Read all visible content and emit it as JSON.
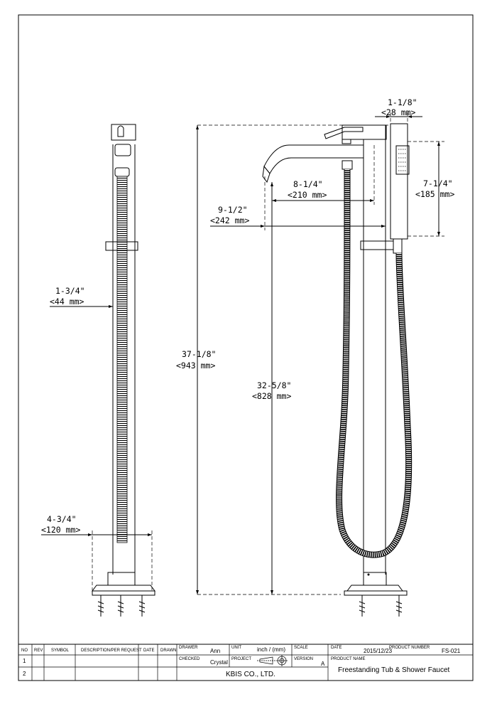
{
  "dimensions": {
    "left_pipe_width": {
      "imperial": "1-3/4\"",
      "metric": "<44 mm>"
    },
    "left_base_width": {
      "imperial": "4-3/4\"",
      "metric": "<120 mm>"
    },
    "total_height": {
      "imperial": "37-1/8\"",
      "metric": "<943 mm>"
    },
    "spout_height": {
      "imperial": "32-5/8\"",
      "metric": "<828 mm>"
    },
    "spout_reach_outer": {
      "imperial": "9-1/2\"",
      "metric": "<242 mm>"
    },
    "spout_reach_inner": {
      "imperial": "8-1/4\"",
      "metric": "<210 mm>"
    },
    "handshower_width": {
      "imperial": "1-1/8\"",
      "metric": "<28 mm>"
    },
    "handshower_length": {
      "imperial": "7-1/4\"",
      "metric": "<185 mm>"
    }
  },
  "title_block": {
    "headers": {
      "no": "NO",
      "rev": "REV",
      "symbol": "SYMBOL",
      "description": "DESCRIPTION/PER REQUEST",
      "date": "DATE",
      "drawn": "DRAWN",
      "drawer": "DRAWER",
      "checked": "CHECKED",
      "unit": "UNIT",
      "project": "PROJECT",
      "scale": "SCALE",
      "version": "VERSION",
      "date2": "DATE",
      "product_number": "PRODUCT NUMBER",
      "product_name": "PRODUCT NAME"
    },
    "rows": [
      "1",
      "2"
    ],
    "drawer_value": "Ann",
    "checked_value": "Crystal",
    "unit_value": "inch / (mm)",
    "version_value": "A",
    "date_value": "2015/12/23",
    "product_number_value": "FS-021",
    "company": "KBIS CO., LTD.",
    "product_name_value": "Freestanding Tub & Shower Faucet"
  }
}
